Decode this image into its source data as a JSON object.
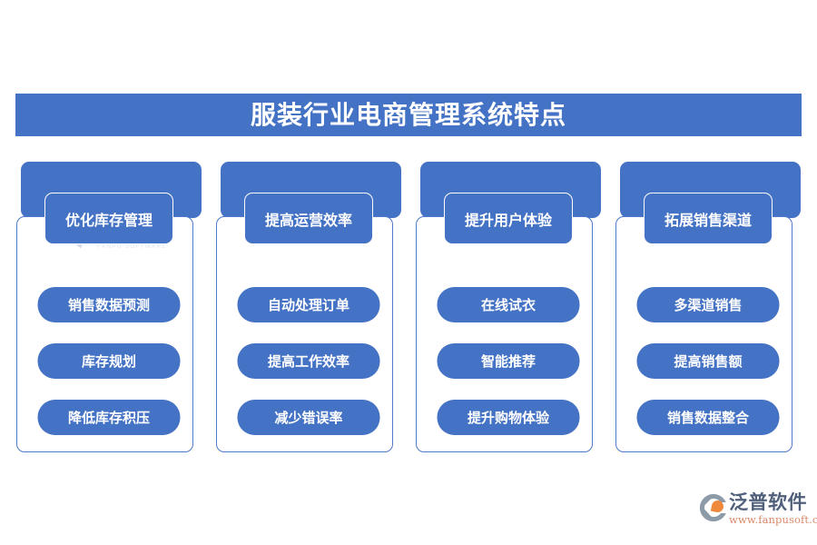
{
  "title": {
    "text": "服装行业电商管理系统特点",
    "banner_color": "#4472C4"
  },
  "theme": {
    "accent": "#4472C4",
    "outline": "#4E79CE",
    "text_on_accent": "#ffffff",
    "background": "#ffffff"
  },
  "columns": [
    {
      "header": "优化库存管理",
      "items": [
        "销售数据预测",
        "库存规划",
        "降低库存积压"
      ]
    },
    {
      "header": "提高运营效率",
      "items": [
        "自动处理订单",
        "提高工作效率",
        "减少错误率"
      ]
    },
    {
      "header": "提升用户体验",
      "items": [
        "在线试衣",
        "智能推荐",
        "提升购物体验"
      ]
    },
    {
      "header": "拓展销售渠道",
      "items": [
        "多渠道销售",
        "提高销售额",
        "销售数据整合"
      ]
    }
  ],
  "watermark": {
    "name": "泛普软件",
    "subtitle": "FANPU SOFTWARE"
  },
  "brand_logo": {
    "name": "泛普软件",
    "url": "www.fanpusoft.com",
    "mark_colors": [
      "#8d9aa8",
      "#ef8a3c"
    ]
  }
}
